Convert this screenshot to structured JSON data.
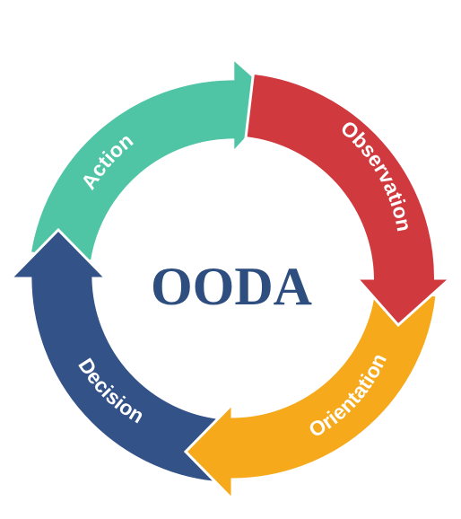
{
  "diagram": {
    "center_title": "OODA",
    "stages": [
      {
        "label": "Observation",
        "color": "#d0393e"
      },
      {
        "label": "Orientation",
        "color": "#f6a91b"
      },
      {
        "label": "Decision",
        "color": "#335288"
      },
      {
        "label": "Action",
        "color": "#4fc5a5"
      }
    ]
  }
}
